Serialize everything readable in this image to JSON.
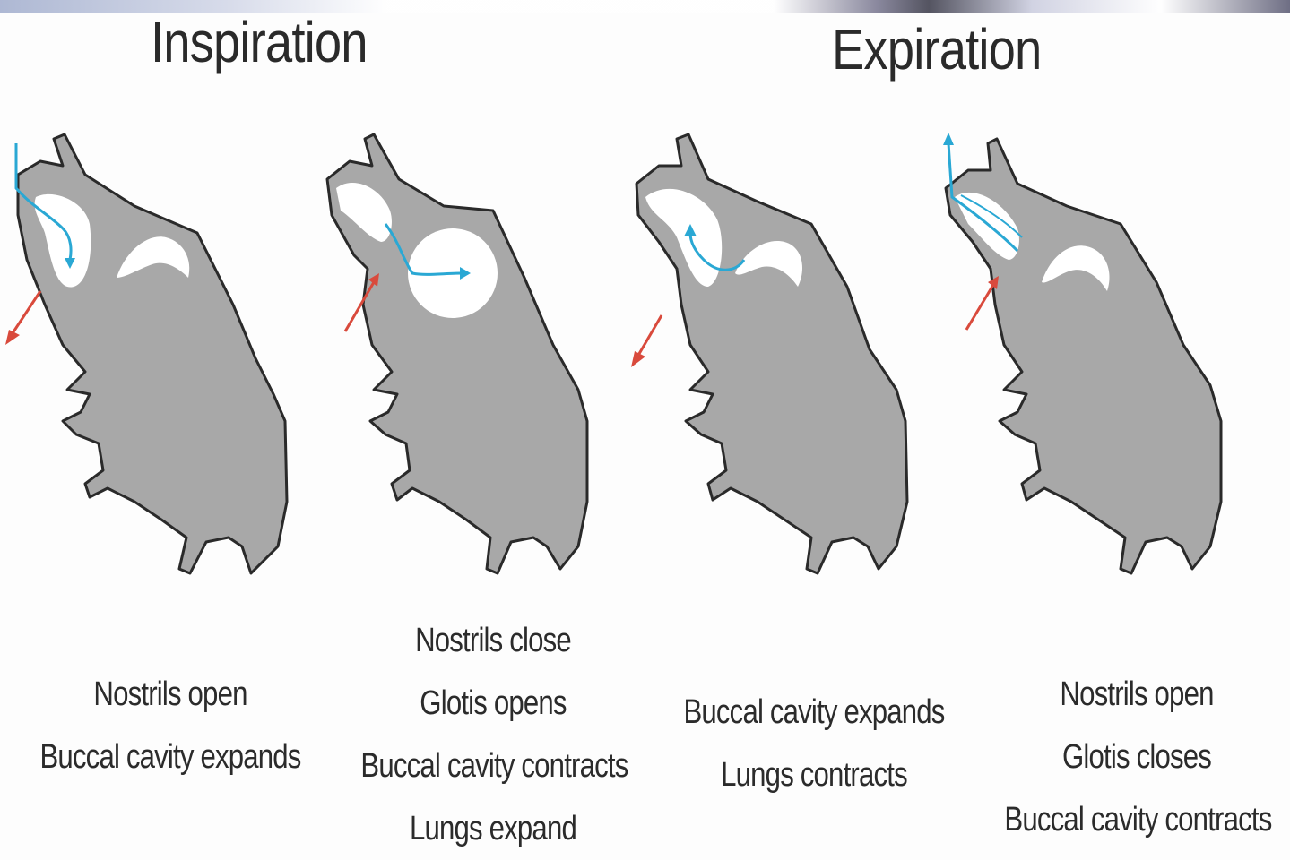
{
  "headings": {
    "inspiration": "Inspiration",
    "expiration": "Expiration"
  },
  "colors": {
    "body": "#a8a8a8",
    "outline": "#2a2a2a",
    "air": "#2aa8d4",
    "arrow": "#d94a3c",
    "cavity": "#ffffff"
  },
  "stages": [
    {
      "lines": [
        "Nostrils open",
        "Buccal cavity expands"
      ]
    },
    {
      "lines": [
        "Nostrils close",
        "Glotis opens",
        "Buccal cavity contracts",
        "Lungs expand"
      ]
    },
    {
      "lines": [
        "Buccal cavity expands",
        "Lungs contracts"
      ]
    },
    {
      "lines": [
        "Nostrils open",
        "Glotis closes",
        "Buccal cavity contracts"
      ]
    }
  ]
}
